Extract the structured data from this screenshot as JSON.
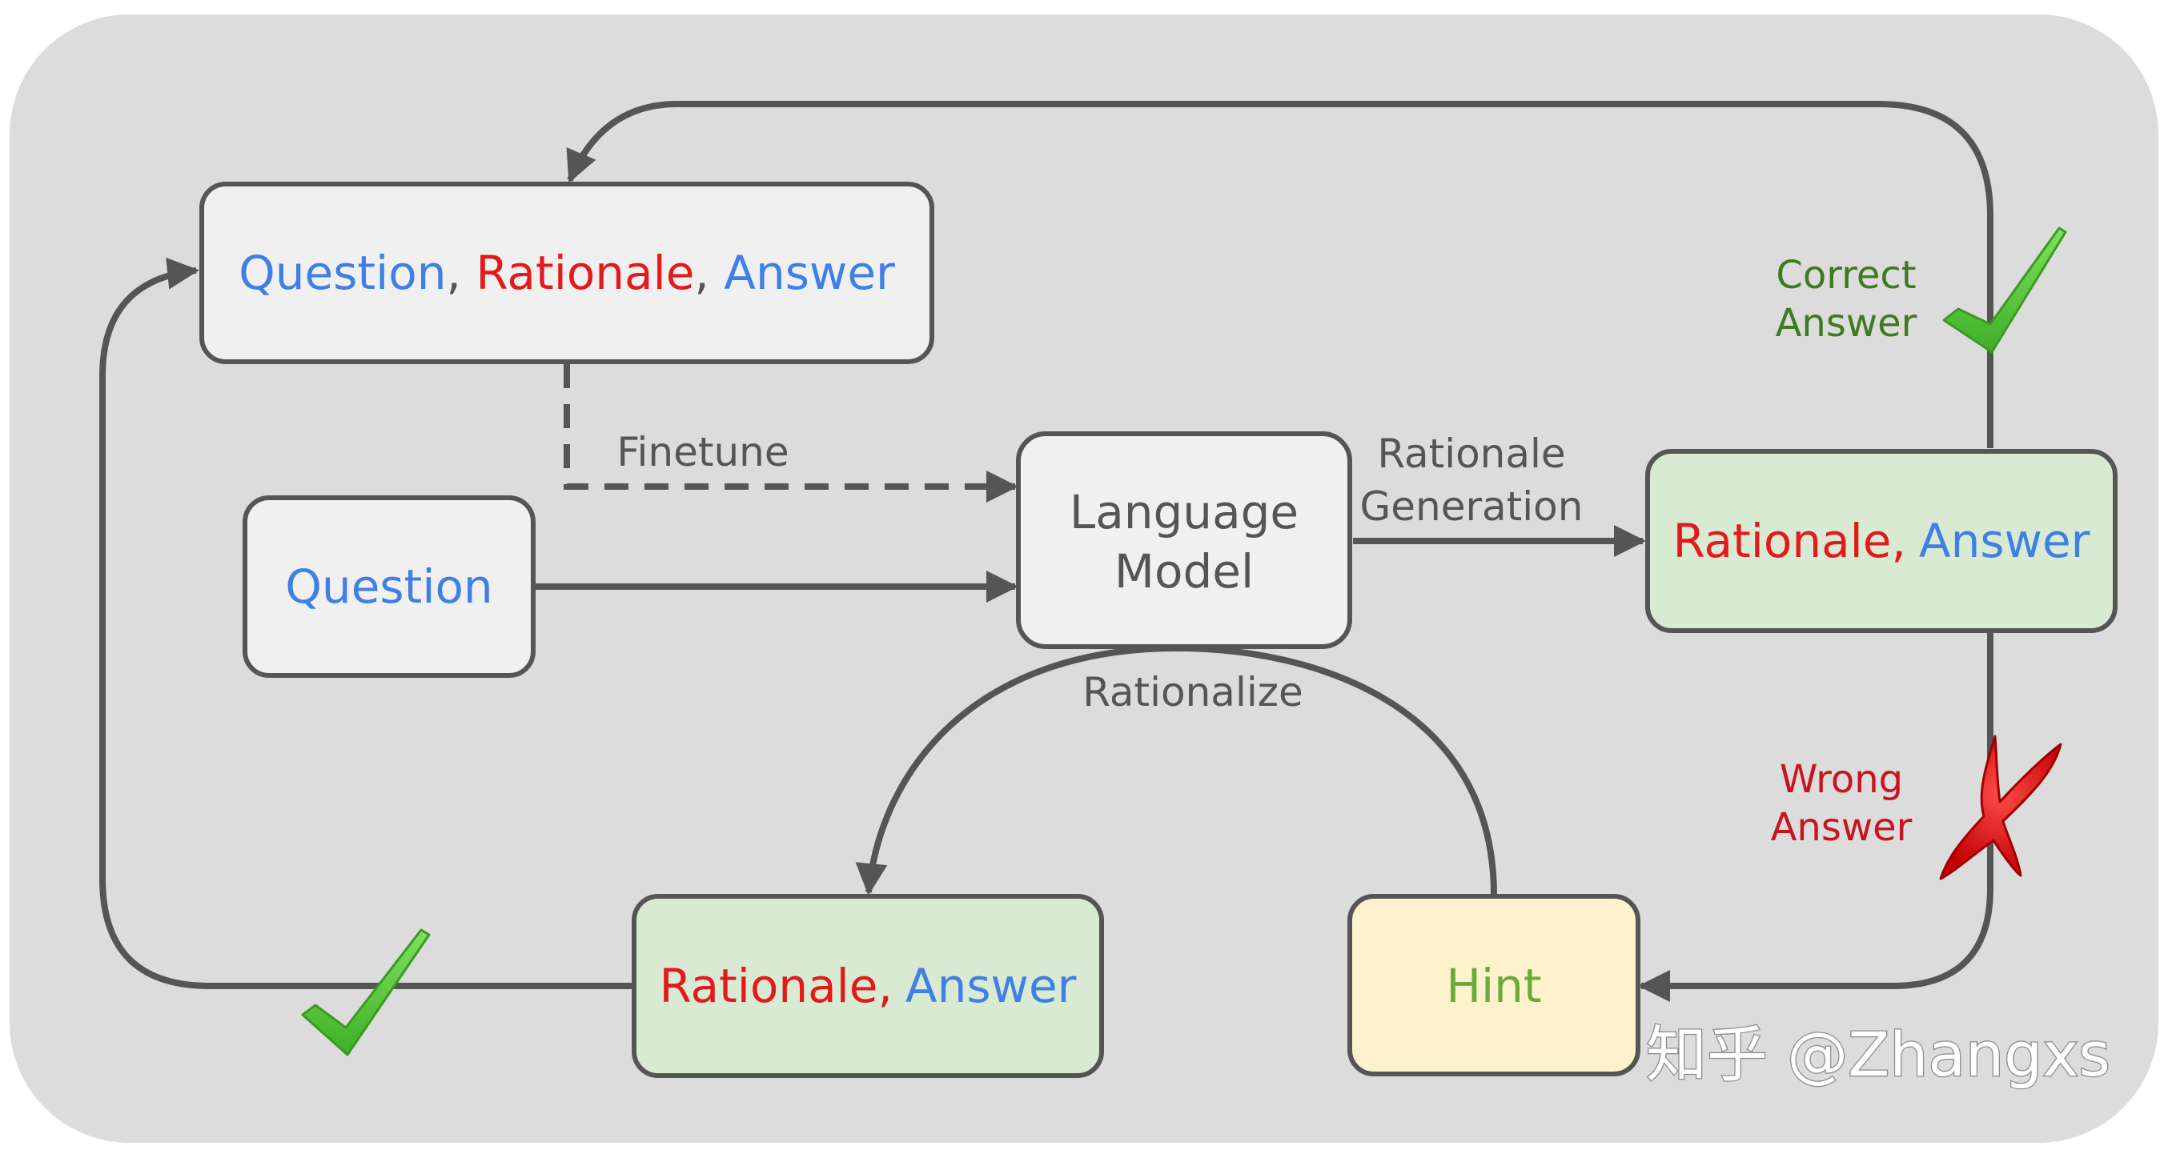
{
  "nodes": {
    "qra": {
      "parts": [
        {
          "text": "Question",
          "color": "#3f7fe6"
        },
        {
          "text": ", ",
          "color": "#555555"
        },
        {
          "text": "Rationale",
          "color": "#e31a1c"
        },
        {
          "text": ", ",
          "color": "#555555"
        },
        {
          "text": "Answer",
          "color": "#3f7fe6"
        }
      ]
    },
    "question": {
      "label": "Question"
    },
    "language_model": {
      "line1": "Language",
      "line2": "Model"
    },
    "ra_top": {
      "rationale": "Rationale,",
      "answer": "Answer"
    },
    "ra_bottom": {
      "rationale": "Rationale,",
      "answer": "Answer"
    },
    "hint": {
      "label": "Hint"
    }
  },
  "edges": {
    "finetune": "Finetune",
    "rationale_generation_1": "Rationale",
    "rationale_generation_2": "Generation",
    "rationalize": "Rationalize",
    "correct_1": "Correct",
    "correct_2": "Answer",
    "wrong_1": "Wrong",
    "wrong_2": "Answer"
  },
  "watermark": "知乎 @Zhangxs",
  "colors": {
    "background": "#dcdcdc",
    "box_neutral": "#f0f0f0",
    "box_green": "#d9ead3",
    "box_yellow": "#fdf2cc",
    "stroke": "#555555",
    "blue": "#3f7fe6",
    "red": "#e31a1c",
    "check": "#5cc83a"
  }
}
